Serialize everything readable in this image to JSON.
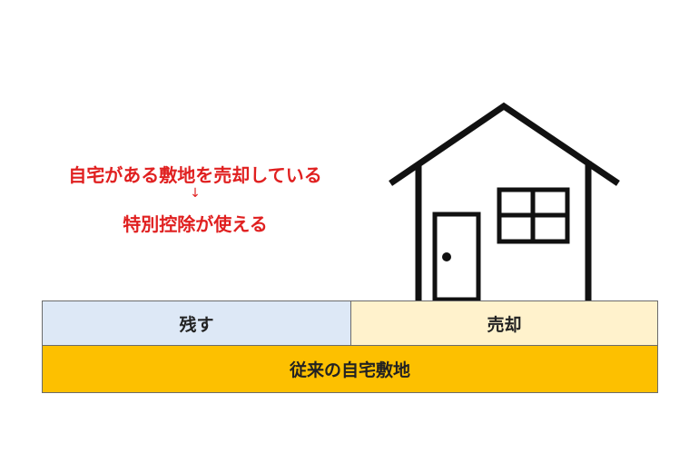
{
  "annotation": {
    "line1": "自宅がある敷地を売却している",
    "arrow": "↓",
    "line2": "特別控除が使える",
    "color": "#e02020"
  },
  "icons": {
    "house": "house-icon"
  },
  "land": {
    "keep_label": "残す",
    "sell_label": "売却",
    "original_label": "従来の自宅敷地",
    "keep_color": "#dde8f6",
    "sell_color": "#fff2cc",
    "original_color": "#fdc000"
  }
}
